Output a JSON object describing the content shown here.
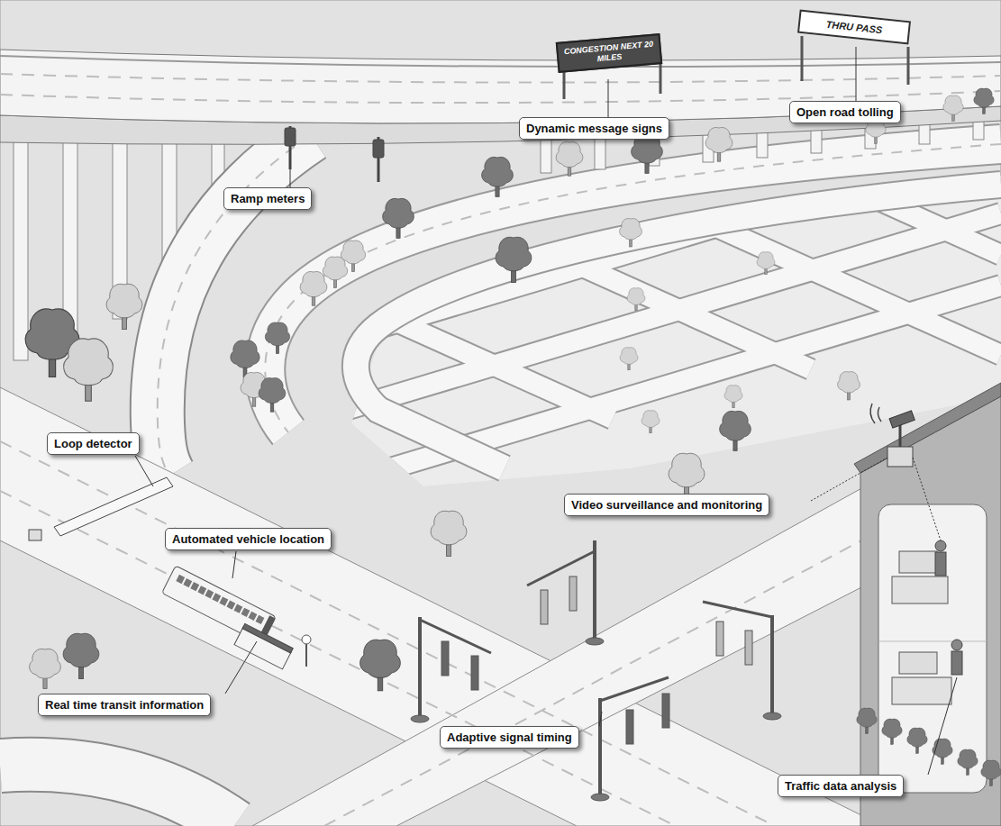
{
  "diagram": {
    "nodes": [
      {
        "text": [
          "CONGESTION NEXT 20 MILES"
        ]
      },
      {
        "text": [
          "THRU PASS"
        ]
      },
      {
        "text": [
          "Dynamic message signs"
        ]
      },
      {
        "text": [
          "Open road tolling"
        ]
      },
      {
        "text": [
          "Ramp meters"
        ]
      },
      {
        "text": [
          "Loop detector"
        ]
      },
      {
        "text": [
          "Video surveillance and monitoring"
        ]
      },
      {
        "text": [
          "Automated vehicle location"
        ]
      },
      {
        "text": [
          "Real time transit information"
        ]
      },
      {
        "text": [
          "Adaptive signal timing"
        ]
      },
      {
        "text": [
          "Traffic data analysis"
        ]
      }
    ]
  }
}
